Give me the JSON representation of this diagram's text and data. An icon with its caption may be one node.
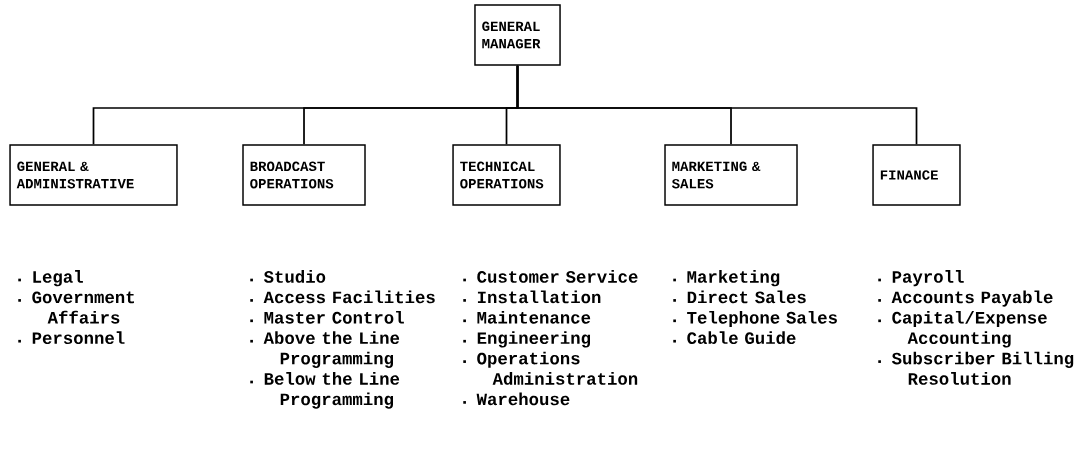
{
  "diagram": {
    "nodes": [
      {
        "text": [
          "GENERAL MANAGER"
        ]
      },
      {
        "text": [
          "GENERAL & ADMINISTRATIVE"
        ],
        "beside": [
          "Legal",
          "Government Affairs",
          "Personnel"
        ]
      },
      {
        "text": [
          "BROADCAST OPERATIONS"
        ],
        "beside": [
          "Studio",
          "Access Facilities",
          "Master Control",
          "Above the Line Programming",
          "Below the Line Programming"
        ]
      },
      {
        "text": [
          "TECHNICAL OPERATIONS"
        ],
        "beside": [
          "Customer Service",
          "Installation",
          "Maintenance",
          "Engineering",
          "Operations Administration",
          "Warehouse"
        ]
      },
      {
        "text": [
          "MARKETING & SALES"
        ],
        "beside": [
          "Marketing",
          "Direct Sales",
          "Telephone Sales",
          "Cable Guide"
        ]
      },
      {
        "text": [
          "FINANCE"
        ],
        "beside": [
          "Payroll",
          "Accounts Payable",
          "Capital/Expense Accounting",
          "Subscriber Billing Resolution"
        ]
      }
    ],
    "edges": [
      {
        "from": 0,
        "to": 1,
        "arrow": "none"
      },
      {
        "from": 0,
        "to": 2,
        "arrow": "none"
      },
      {
        "from": 0,
        "to": 3,
        "arrow": "none"
      },
      {
        "from": 0,
        "to": 4,
        "arrow": "none"
      },
      {
        "from": 0,
        "to": 5,
        "arrow": "none"
      }
    ]
  }
}
